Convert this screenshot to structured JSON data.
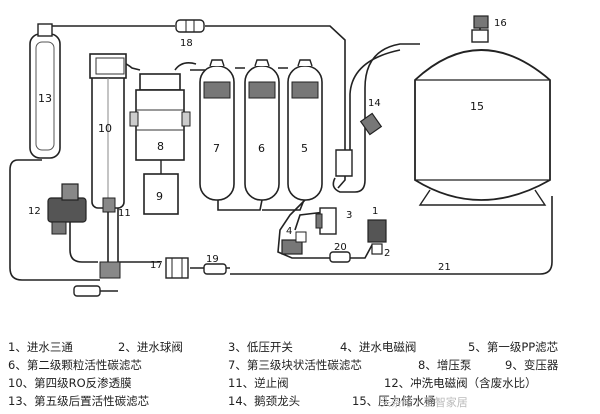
{
  "diagram": {
    "labels": {
      "n1": "1",
      "n2": "2",
      "n3": "3",
      "n4": "4",
      "n5": "5",
      "n6": "6",
      "n7": "7",
      "n8": "8",
      "n9": "9",
      "n10": "10",
      "n11": "11",
      "n12": "12",
      "n13": "13",
      "n14": "14",
      "n15": "15",
      "n16": "16",
      "n17": "17",
      "n18": "18",
      "n19": "19",
      "n20": "20",
      "n21": "21"
    }
  },
  "legend": {
    "rows": [
      [
        "1、进水三通",
        "2、进水球阀",
        "3、低压开关",
        "4、进水电磁阀",
        "5、第一级PP滤芯"
      ],
      [
        "6、第二级颗粒活性碳滤芯",
        "7、第三级块状活性碳滤芯",
        "8、增压泵",
        "9、变压器"
      ],
      [
        "10、第四级RO反渗透膜",
        "11、逆止阀",
        "12、冲洗电磁阀（含废水比）"
      ],
      [
        "13、第五级后置活性碳滤芯",
        "14、鹅颈龙头",
        "15、压力储水桶"
      ]
    ]
  },
  "watermark": "头条号 / 爱智家居"
}
